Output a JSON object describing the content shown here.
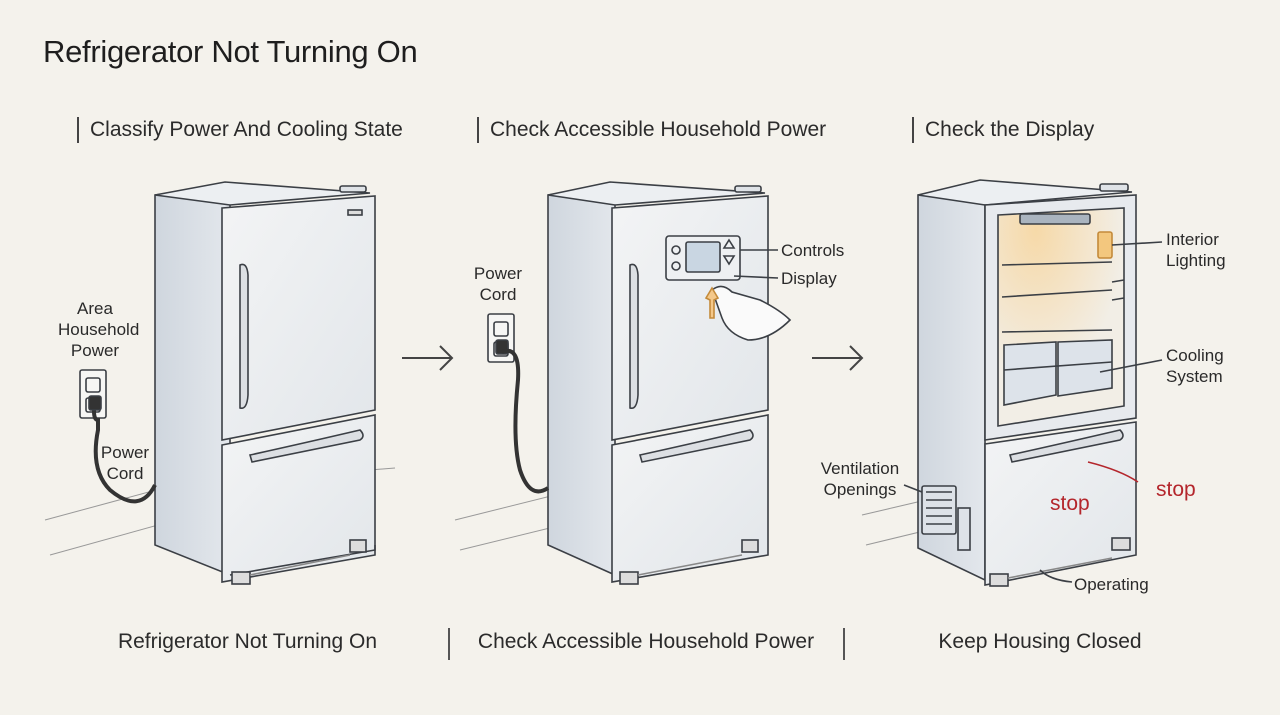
{
  "title": "Refrigerator Not Turning On",
  "steps": [
    {
      "heading": "Classify Power And Cooling State",
      "labels": {
        "area_power": "Area\nHousehold\nPower",
        "power_cord": "Power\nCord"
      }
    },
    {
      "heading": "Check Accessible Household Power",
      "labels": {
        "power_cord": "Power\nCord",
        "controls": "Controls",
        "display": "Display"
      }
    },
    {
      "heading": "Check the Display",
      "labels": {
        "interior_lighting": "Interior\nLighting",
        "cooling_system": "Cooling\nSystem",
        "ventilation": "Ventilation\nOpenings",
        "stop_1": "stop",
        "stop_2": "stop",
        "operating": "Operating"
      }
    }
  ],
  "footer": [
    "Refrigerator Not Turning On",
    "Check Accessible Household Power",
    "Keep Housing Closed"
  ],
  "colors": {
    "background": "#f4f2ec",
    "stop": "#b4262c",
    "glow": "#f6d9a8",
    "body": "#e7eaee"
  },
  "icons": [
    "arrow-right-icon",
    "outlet-icon",
    "hand-icon"
  ]
}
